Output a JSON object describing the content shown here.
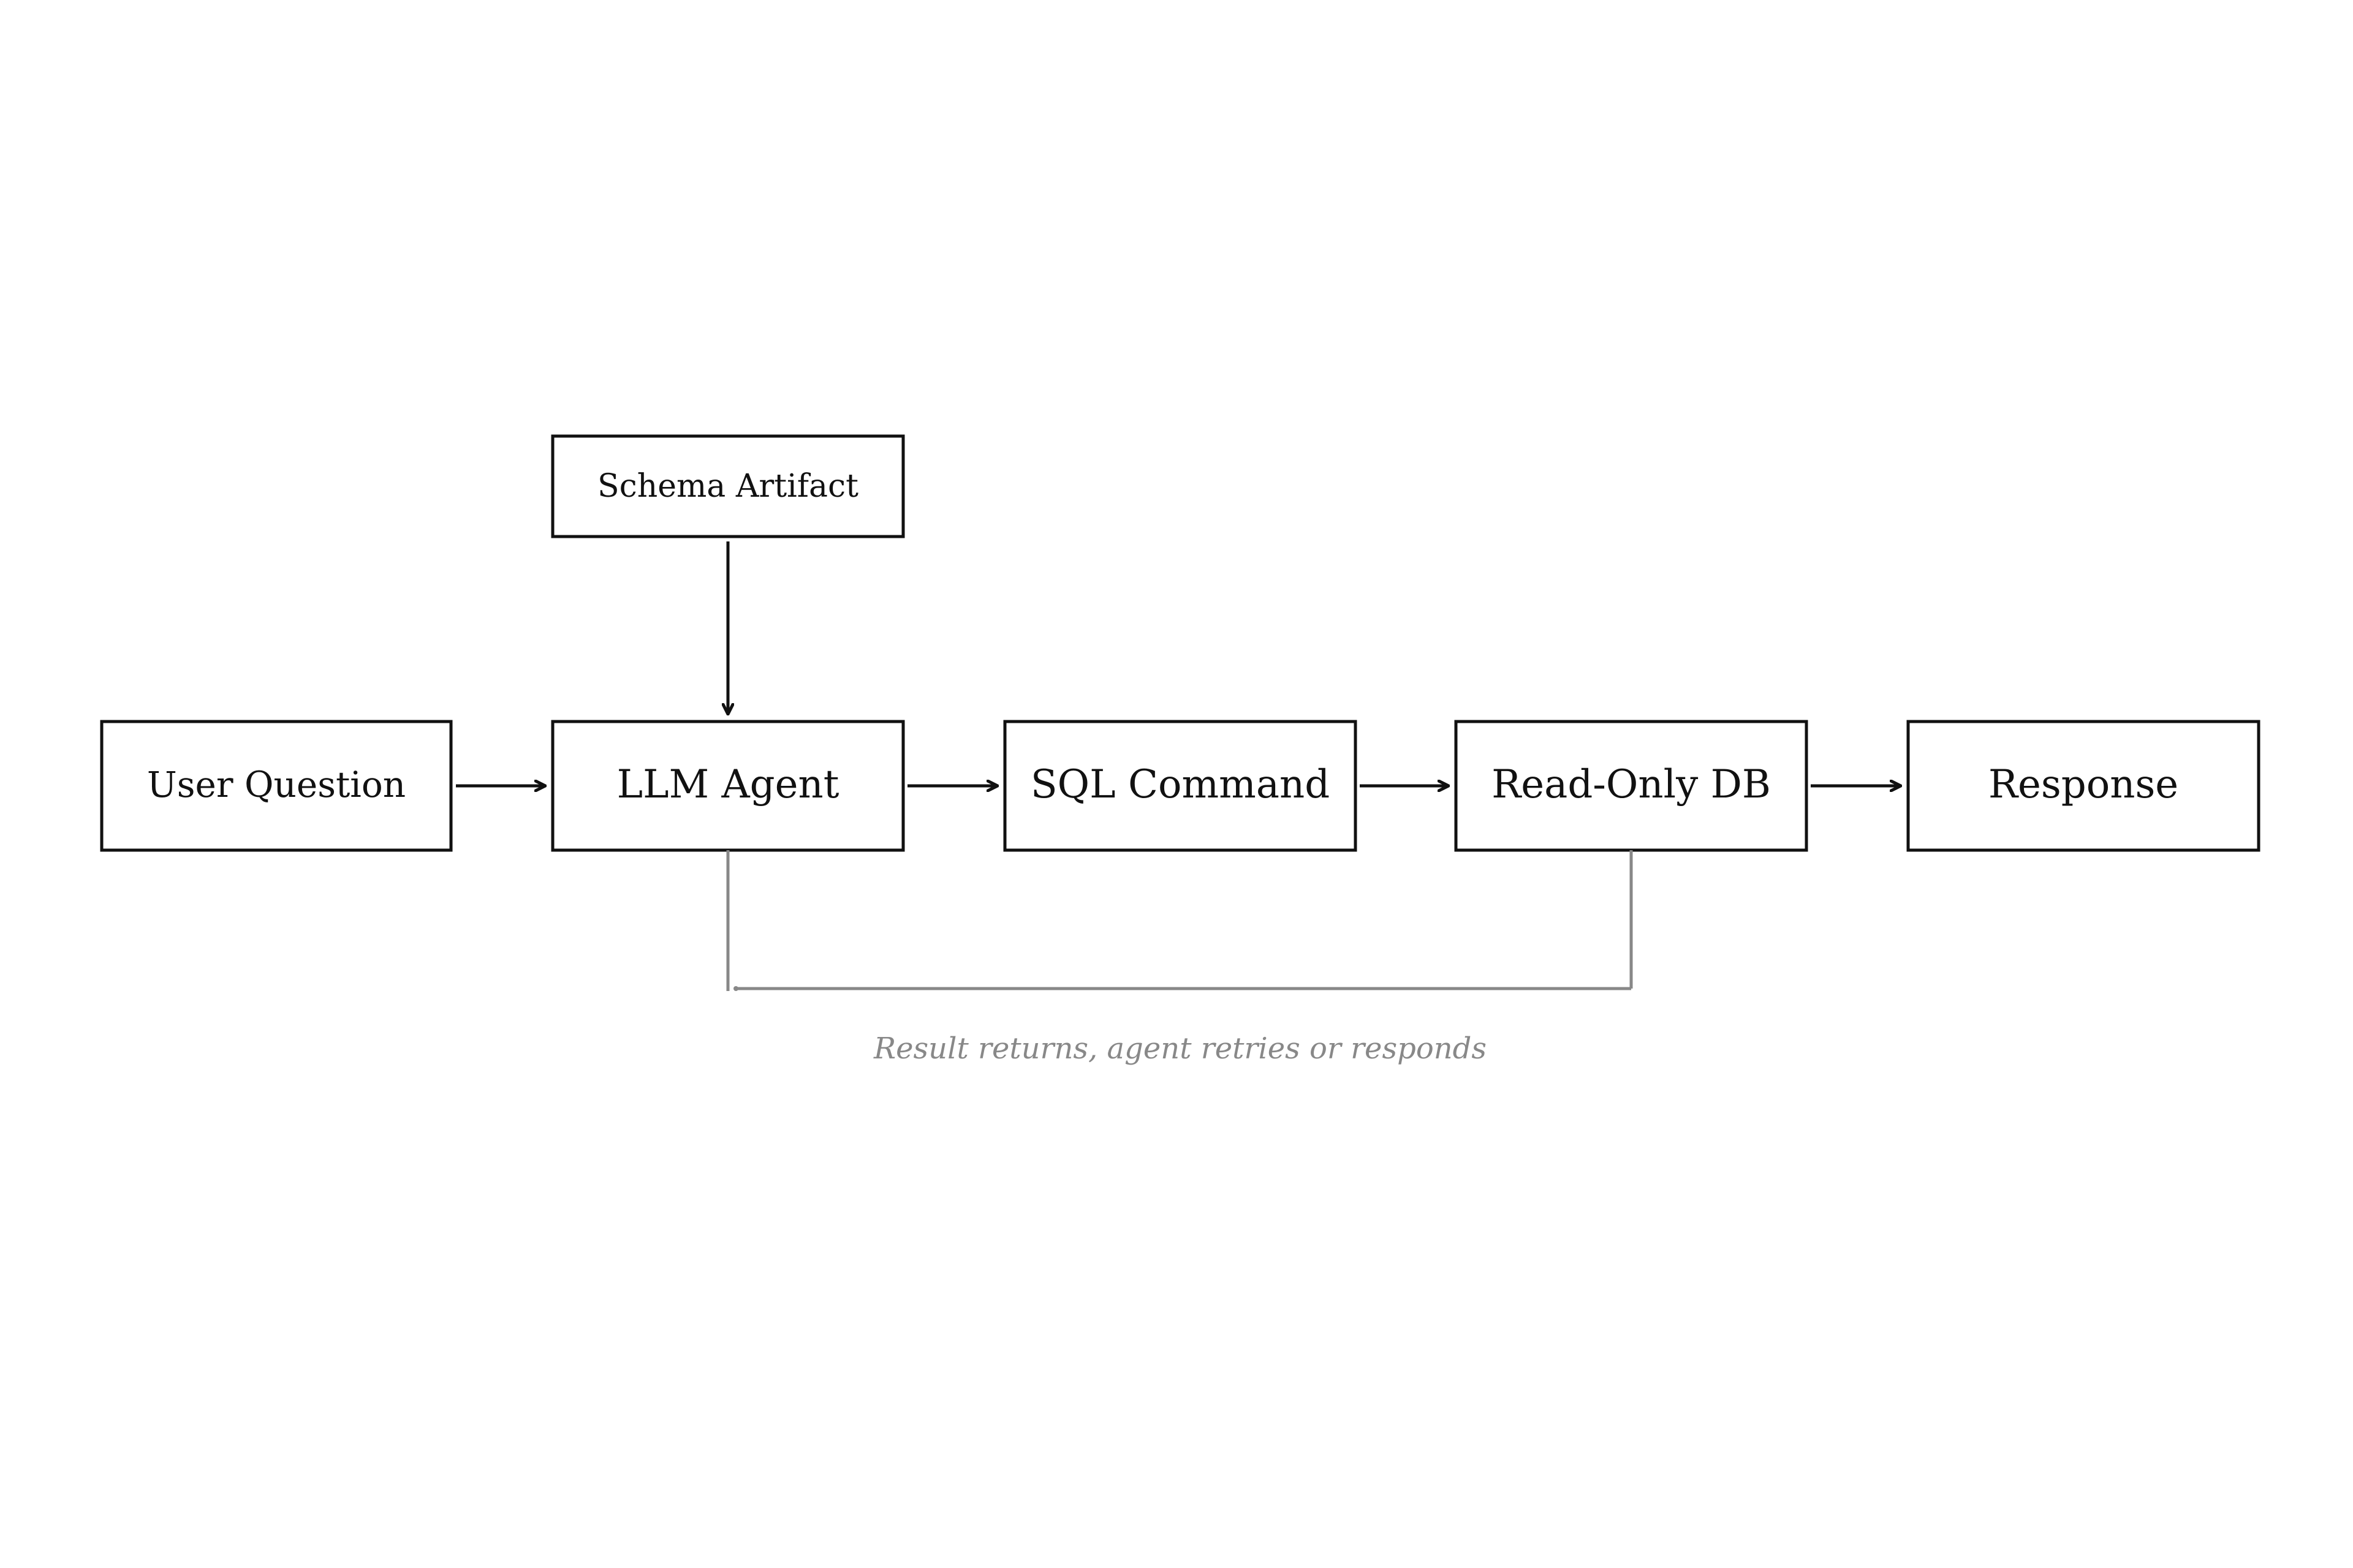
{
  "diagram": {
    "nodes": {
      "schema_artifact": "Schema Artifact",
      "user_question": "User Question",
      "llm_agent": "LLM Agent",
      "sql_command": "SQL Command",
      "read_only_db": "Read-Only DB",
      "response": "Response"
    },
    "feedback_note": "Result returns, agent retries or responds"
  },
  "colors": {
    "stroke": "#111111",
    "feedback": "#888888",
    "background": "#ffffff"
  }
}
